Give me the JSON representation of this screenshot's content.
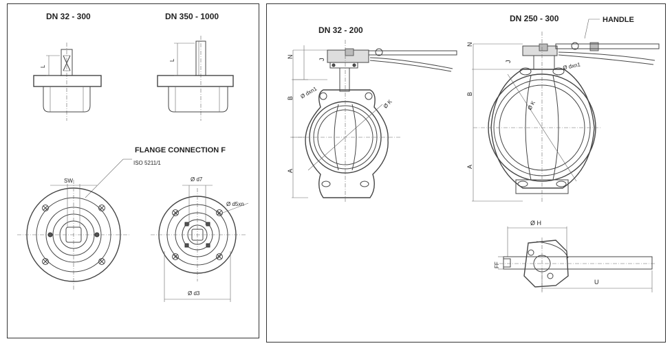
{
  "left": {
    "header_small": "DN 32 - 300",
    "header_large": "DN 350 - 1000",
    "label_L_1": "L",
    "label_L_2": "L",
    "flange_title": "FLANGE CONNECTION F",
    "flange_standard": "ISO 5211/1",
    "label_sw": "SW",
    "label_d7": "Ø d7",
    "label_d5": "Ø d5xn",
    "label_d3": "Ø d3"
  },
  "right": {
    "header_small": "DN 32 - 200",
    "header_large": "DN 250 - 300",
    "handle_label": "HANDLE",
    "label_N_1": "N",
    "label_J_1": "J",
    "label_d_1": "Ø dxn1",
    "label_K_1": "Ø K",
    "label_B_1": "B",
    "label_A_1": "A",
    "label_N_2": "N",
    "label_J_2": "J",
    "label_d_2": "Ø dxn1",
    "label_K_2": "Ø K",
    "label_B_2": "B",
    "label_A_2": "A",
    "label_H": "Ø H",
    "label_FF": "FF",
    "label_U": "U"
  },
  "colors": {
    "line": "#444444",
    "text": "#222222",
    "border": "#333333"
  }
}
